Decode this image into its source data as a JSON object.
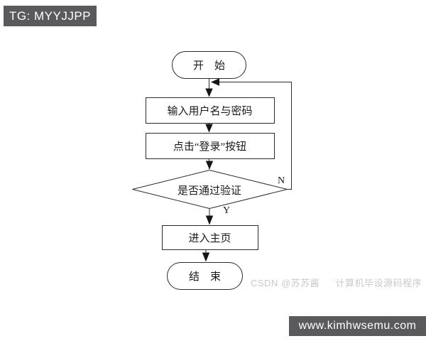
{
  "colors": {
    "background": "#ffffff",
    "badge_background": "#5a5a5c",
    "badge_text": "#ffffff",
    "line_stroke": "#2b2b2b",
    "node_fill": "#ffffff",
    "node_text": "#1a1a1a",
    "watermark_text": "#c9c9c9"
  },
  "badges": {
    "top_left": "TG: MYYJJPP",
    "bottom_right": "www.kimhwsemu.com"
  },
  "watermark": "CSDN @苏苏酱　 ˋ计算机毕设源码程序",
  "flowchart": {
    "nodes": {
      "start": {
        "shape": "terminator",
        "label": "开　始"
      },
      "input_credentials": {
        "shape": "process",
        "label": "输入用户名与密码"
      },
      "click_login": {
        "shape": "process",
        "label": "点击“登录”按钮"
      },
      "verify": {
        "shape": "decision",
        "label": "是否通过验证"
      },
      "enter_home": {
        "shape": "process",
        "label": "进入主页"
      },
      "end": {
        "shape": "terminator",
        "label": "结　束"
      }
    },
    "edges": [
      {
        "from": "start",
        "to": "input_credentials",
        "label": ""
      },
      {
        "from": "input_credentials",
        "to": "click_login",
        "label": ""
      },
      {
        "from": "click_login",
        "to": "verify",
        "label": ""
      },
      {
        "from": "verify",
        "to": "input_credentials",
        "label": "N"
      },
      {
        "from": "verify",
        "to": "enter_home",
        "label": "Y"
      },
      {
        "from": "enter_home",
        "to": "end",
        "label": ""
      }
    ]
  }
}
